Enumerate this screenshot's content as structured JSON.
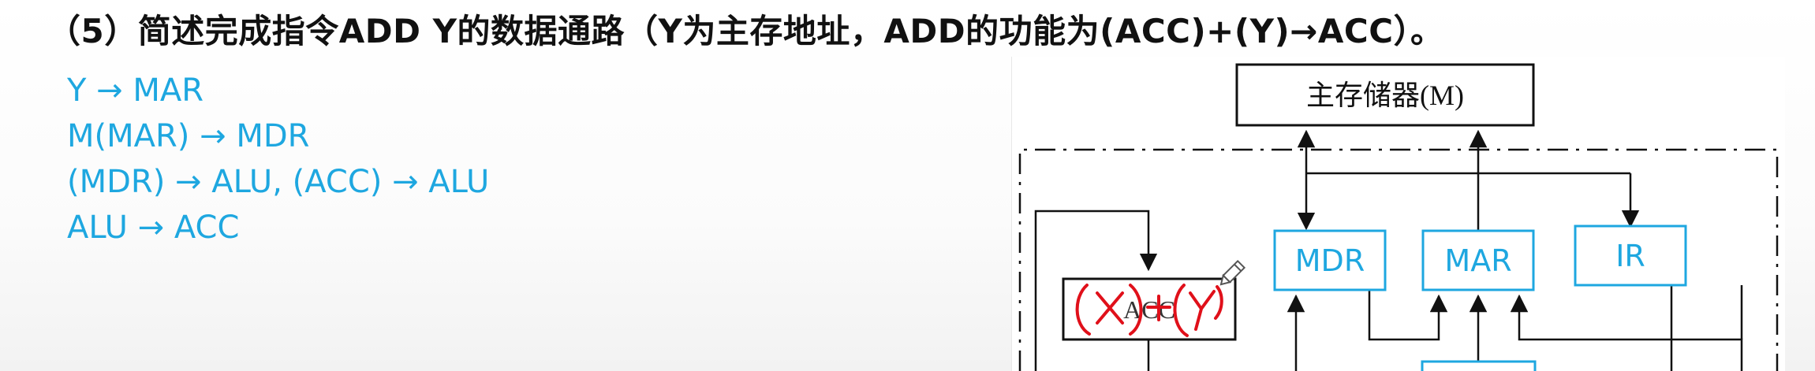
{
  "question": {
    "text": "（5）简述完成指令ADD Y的数据通路（Y为主存地址，ADD的功能为(ACC)+(Y)→ACC）。"
  },
  "answer_steps": [
    "Y → MAR",
    "M(MAR) → MDR",
    "(MDR) → ALU, (ACC) → ALU",
    "ALU → ACC"
  ],
  "diagram": {
    "memory_label": "主存储器(M)",
    "registers": {
      "mdr": "MDR",
      "mar": "MAR",
      "ir": "IR",
      "acc": "ACC"
    },
    "annotation_color": "#e0101a",
    "accent_color": "#1ea7e0",
    "tool_icon": "pencil-icon"
  }
}
